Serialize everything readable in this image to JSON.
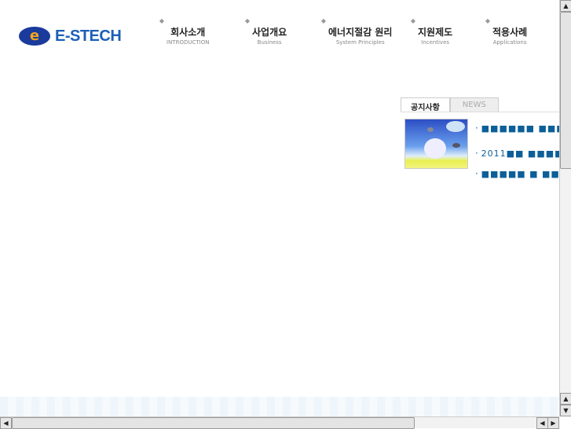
{
  "logo": {
    "mark": "e",
    "text": "E-STECH"
  },
  "nav": [
    {
      "ko": "회사소개",
      "en": "INTRODUCTION"
    },
    {
      "ko": "사업개요",
      "en": "Business"
    },
    {
      "ko": "에너지절감 원리",
      "en": "System Principles"
    },
    {
      "ko": "지원제도",
      "en": "Incentives"
    },
    {
      "ko": "적용사례",
      "en": "Applications"
    }
  ],
  "tabs": {
    "notice": "공지사항",
    "news": "NEWS"
  },
  "news_items": [
    {
      "bullet": "·",
      "text": "■■■■■■ ■■■"
    },
    {
      "bullet": "·",
      "text": "2011■■ ■■■■"
    },
    {
      "bullet": "·",
      "text": "■■■■■ ■ ■■■"
    }
  ],
  "colors": {
    "brand": "#1b5fb8",
    "link": "#1f6fa6"
  }
}
